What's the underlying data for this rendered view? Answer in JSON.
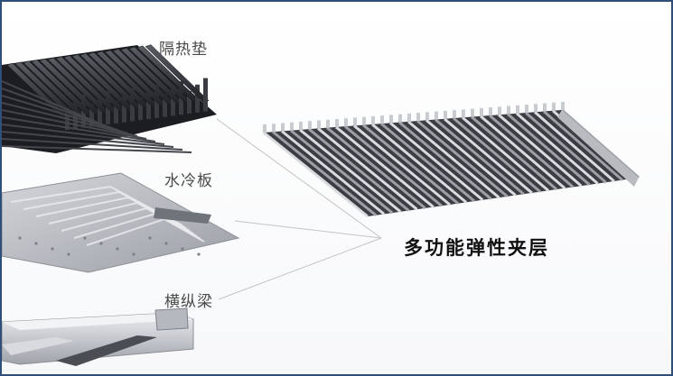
{
  "labels": {
    "insulation_pad": "隔热垫",
    "cooling_plate": "水冷板",
    "cross_beam": "横纵梁",
    "elastic_layer": "多功能弹性夹层"
  },
  "colors": {
    "frame": "#2f4f7a",
    "fins_dark": "#2b2d31",
    "plate_light": "#b9bcc2",
    "beam_metal": "#c9ccd1",
    "leader_line": "#c4c4c4"
  }
}
